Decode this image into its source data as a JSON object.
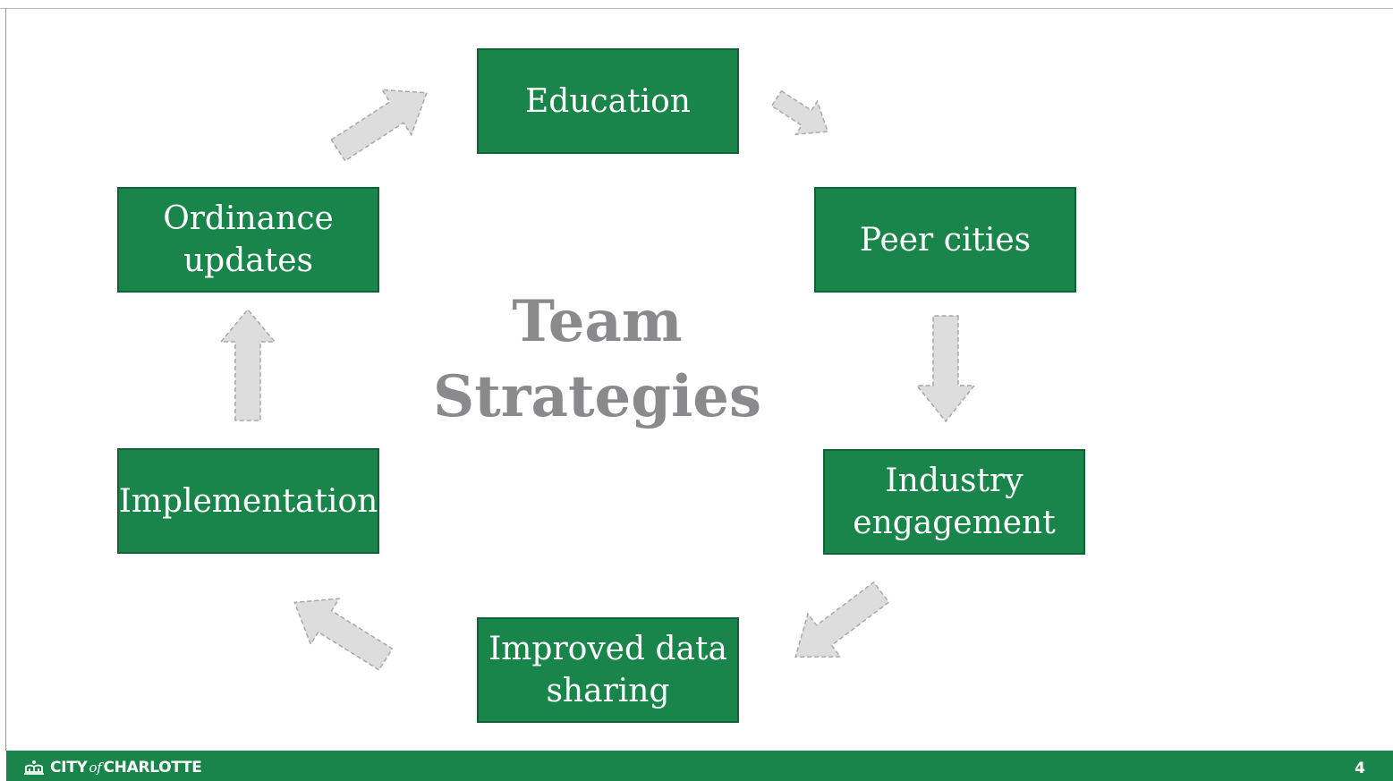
{
  "diagram": {
    "title": "Team\nStrategies",
    "nodes": [
      {
        "id": "education",
        "label": "Education"
      },
      {
        "id": "peer-cities",
        "label": "Peer cities"
      },
      {
        "id": "industry-engagement",
        "label": "Industry\nengagement"
      },
      {
        "id": "improved-data-sharing",
        "label": "Improved data\nsharing"
      },
      {
        "id": "implementation",
        "label": "Implementation"
      },
      {
        "id": "ordinance-updates",
        "label": "Ordinance\nupdates"
      }
    ],
    "edges": [
      {
        "from": "education",
        "to": "peer-cities"
      },
      {
        "from": "peer-cities",
        "to": "industry-engagement"
      },
      {
        "from": "industry-engagement",
        "to": "improved-data-sharing"
      },
      {
        "from": "improved-data-sharing",
        "to": "implementation"
      },
      {
        "from": "implementation",
        "to": "ordinance-updates"
      },
      {
        "from": "ordinance-updates",
        "to": "education"
      }
    ],
    "colors": {
      "box_fill": "#1a854a",
      "box_border": "#0f6334",
      "arrow_fill": "#dddddd",
      "arrow_stroke": "#a8a8a8",
      "title": "#8a8a8c"
    }
  },
  "footer": {
    "logo_city": "CITY",
    "logo_of": "of",
    "logo_name": "CHARLOTTE",
    "page_number": "4",
    "logo_icon": "crown-icon"
  }
}
